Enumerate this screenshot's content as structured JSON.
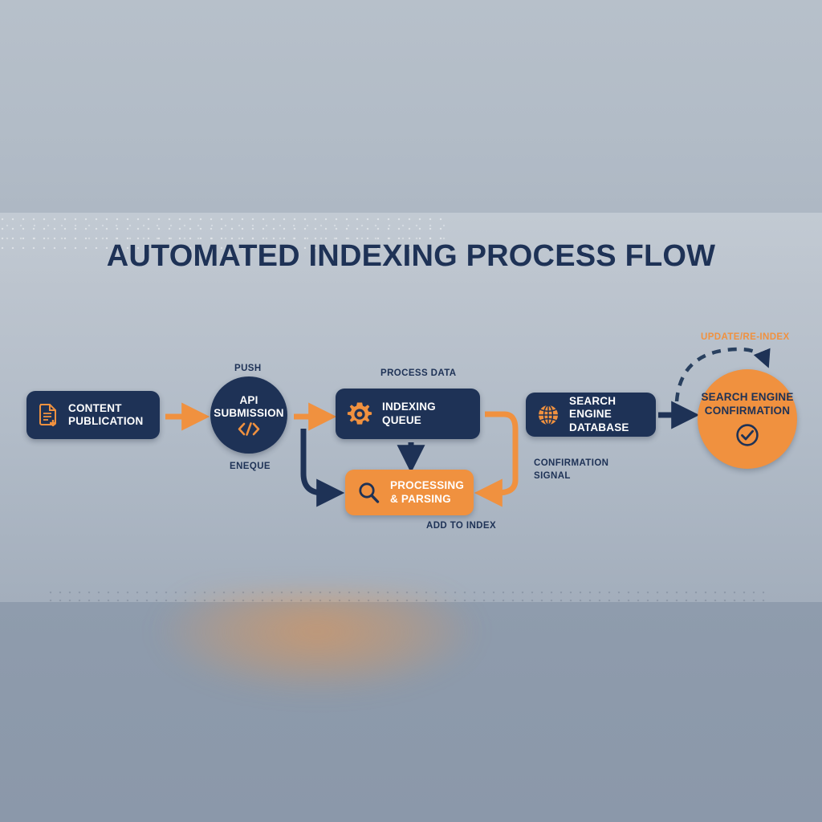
{
  "title": "AUTOMATED INDEXING PROCESS FLOW",
  "colors": {
    "navy": "#1e3256",
    "orange": "#f0913f",
    "background_top": "#b7c0ca",
    "background_mid": "#c2cad3",
    "background_bottom": "#8f9cad",
    "text_light": "#ffffff"
  },
  "nodes": [
    {
      "id": "content-publication",
      "label": "CONTENT\nPUBLICATION",
      "icon": "document-plus-icon",
      "shape": "rounded-rect",
      "fill": "navy",
      "text_color": "white"
    },
    {
      "id": "api-submission",
      "label": "API\nSUBMISSION",
      "icon": "code-brackets-icon",
      "shape": "circle",
      "fill": "navy",
      "text_color": "white"
    },
    {
      "id": "indexing-queue",
      "label": "INDEXING\nQUEUE",
      "icon": "gear-icon",
      "shape": "rounded-rect",
      "fill": "navy",
      "text_color": "white"
    },
    {
      "id": "processing-parsing",
      "label": "PROCESSING\n& PARSING",
      "icon": "magnifier-icon",
      "shape": "rounded-rect",
      "fill": "orange",
      "text_color": "white"
    },
    {
      "id": "search-engine-database",
      "label": "SEARCH ENGINE\nDATABASE",
      "icon": "globe-icon",
      "shape": "rounded-rect",
      "fill": "navy",
      "text_color": "white"
    },
    {
      "id": "search-engine-confirmation",
      "label": "SEARCH ENGINE\nCONFIRMATION",
      "icon": "check-circle-icon",
      "shape": "circle",
      "fill": "orange",
      "text_color": "navy"
    }
  ],
  "captions": {
    "push": "PUSH",
    "eneque": "ENEQUE",
    "process_data": "PROCESS DATA",
    "add_to_index": "ADD TO INDEX",
    "confirmation_signal": "CONFIRMATION\nSIGNAL",
    "update_reindex": "UPDATE/RE-INDEX"
  },
  "connectors": [
    {
      "id": "content-to-api",
      "style": "solid-arrow",
      "color": "orange",
      "direction": "right"
    },
    {
      "id": "api-to-indexing",
      "style": "solid-arrow",
      "color": "orange",
      "direction": "right"
    },
    {
      "id": "indexing-to-processing",
      "style": "solid-arrow",
      "color": "navy",
      "direction": "down"
    },
    {
      "id": "api-to-processing",
      "style": "elbow-arrow",
      "color": "navy",
      "direction": "down-right"
    },
    {
      "id": "indexing-to-processing-return",
      "style": "elbow-arrow",
      "color": "orange",
      "direction": "down-left"
    },
    {
      "id": "database-to-confirmation",
      "style": "solid-arrow",
      "color": "navy",
      "direction": "right"
    },
    {
      "id": "confirmation-to-indexing",
      "style": "dashed-curve-arrow",
      "color": "navy",
      "direction": "curve-right"
    }
  ]
}
